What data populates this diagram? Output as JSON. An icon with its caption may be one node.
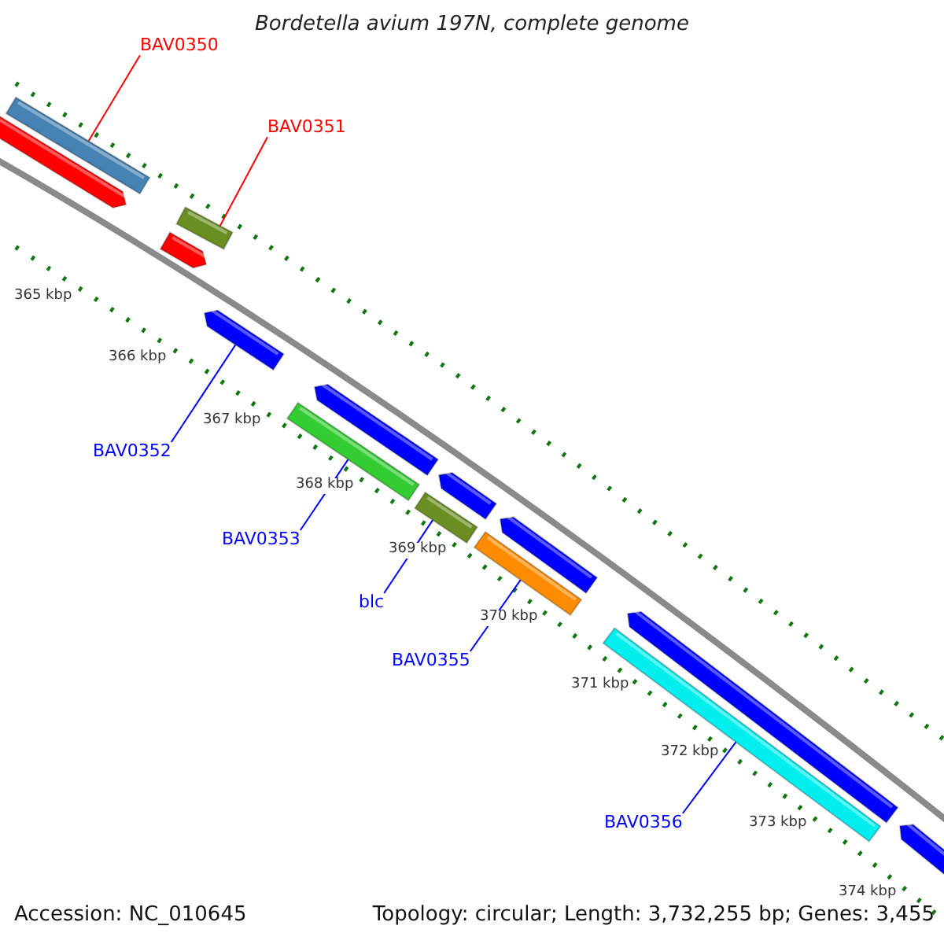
{
  "diagram": {
    "title": "Bordetella avium 197N, complete genome",
    "nodes": [
      {
        "text": [
          "BAV0350"
        ]
      },
      {
        "text": [],
        "shape": "bar"
      },
      {
        "text": [],
        "shape": "arrow"
      },
      {
        "text": [
          "BAV0351"
        ]
      },
      {
        "text": [],
        "shape": "bar"
      },
      {
        "text": [],
        "shape": "arrow"
      },
      {
        "text": [],
        "shape": "arrow"
      },
      {
        "text": [
          "BAV0352"
        ]
      },
      {
        "text": [],
        "shape": "arrow"
      },
      {
        "text": [],
        "shape": "bar"
      },
      {
        "text": [
          "BAV0353"
        ]
      },
      {
        "text": [],
        "shape": "arrow"
      },
      {
        "text": [],
        "shape": "bar"
      },
      {
        "text": [
          "blc"
        ]
      },
      {
        "text": [],
        "shape": "arrow"
      },
      {
        "text": [],
        "shape": "bar"
      },
      {
        "text": [
          "BAV0355"
        ]
      },
      {
        "text": [],
        "shape": "arrow"
      },
      {
        "text": [],
        "shape": "bar"
      },
      {
        "text": [
          "BAV0356"
        ]
      },
      {
        "text": [],
        "shape": "arrow"
      }
    ],
    "edges": [
      {
        "from": 0,
        "to": 1,
        "arrow": "none",
        "color": "#ff0000"
      },
      {
        "from": 3,
        "to": 4,
        "arrow": "none",
        "color": "#ff0000"
      },
      {
        "from": 7,
        "to": 6,
        "arrow": "none"
      },
      {
        "from": 10,
        "to": 9,
        "arrow": "none"
      },
      {
        "from": 13,
        "to": 12,
        "arrow": "none"
      },
      {
        "from": 16,
        "to": 15,
        "arrow": "none"
      },
      {
        "from": 19,
        "to": 18,
        "arrow": "none"
      }
    ],
    "labels": [
      "365 kbp",
      "366 kbp",
      "367 kbp",
      "368 kbp",
      "369 kbp",
      "370 kbp",
      "371 kbp",
      "372 kbp",
      "373 kbp",
      "374 kbp",
      "Accession: NC_010645",
      "Topology: circular; Length: 3,732,255 bp; Genes: 3,455"
    ]
  }
}
